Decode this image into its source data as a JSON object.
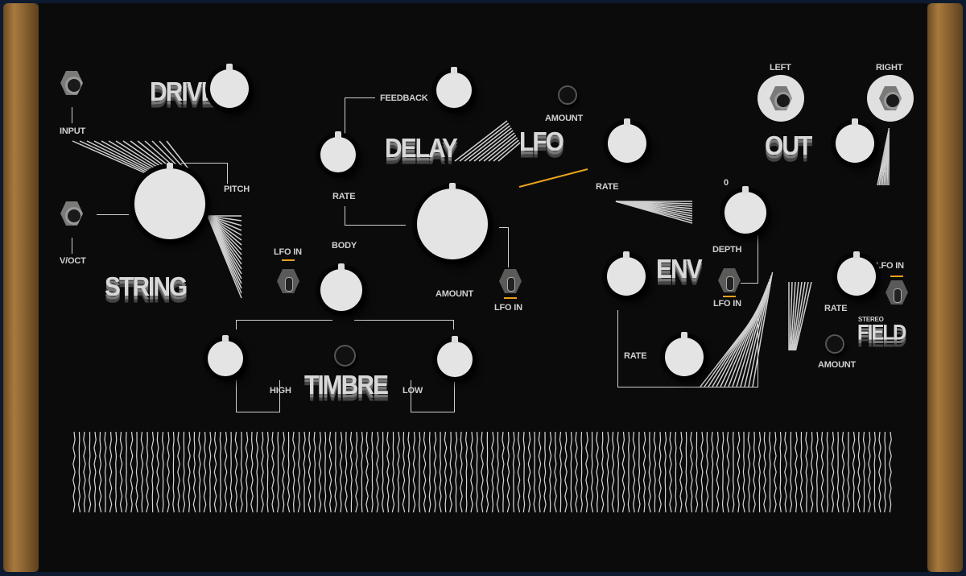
{
  "drive": {
    "title": "DRIVE"
  },
  "string": {
    "title": "STRING",
    "input_label": "INPUT",
    "voct_label": "V/OCT",
    "pitch_label": "PITCH"
  },
  "delay": {
    "title": "DELAY",
    "feedback_label": "FEEDBACK",
    "rate_label": "RATE",
    "amount_label": "AMOUNT",
    "lfo_in_label": "LFO IN"
  },
  "body": {
    "label": "BODY",
    "lfo_in_label": "LFO IN"
  },
  "timbre": {
    "title": "TIMBRE",
    "high_label": "HIGH",
    "low_label": "LOW"
  },
  "lfo": {
    "title": "LFO",
    "amount_label": "AMOUNT",
    "rate_label": "RATE"
  },
  "env": {
    "title": "ENV",
    "depth_label": "DEPTH",
    "zero_label": "0",
    "lfo_in_label": "LFO IN",
    "rate_label": "RATE"
  },
  "out": {
    "title": "OUT",
    "left_label": "LEFT",
    "right_label": "RIGHT"
  },
  "stereo_field": {
    "small_title": "STEREO",
    "title": "FIELD",
    "rate_label": "RATE",
    "amount_label": "AMOUNT",
    "lfo_in_label": "LFO IN"
  },
  "colors": {
    "panel": "#0b0b0c",
    "knob": "#e4e4e4",
    "accent": "#e8a21a",
    "wood": "#a77a3e"
  }
}
